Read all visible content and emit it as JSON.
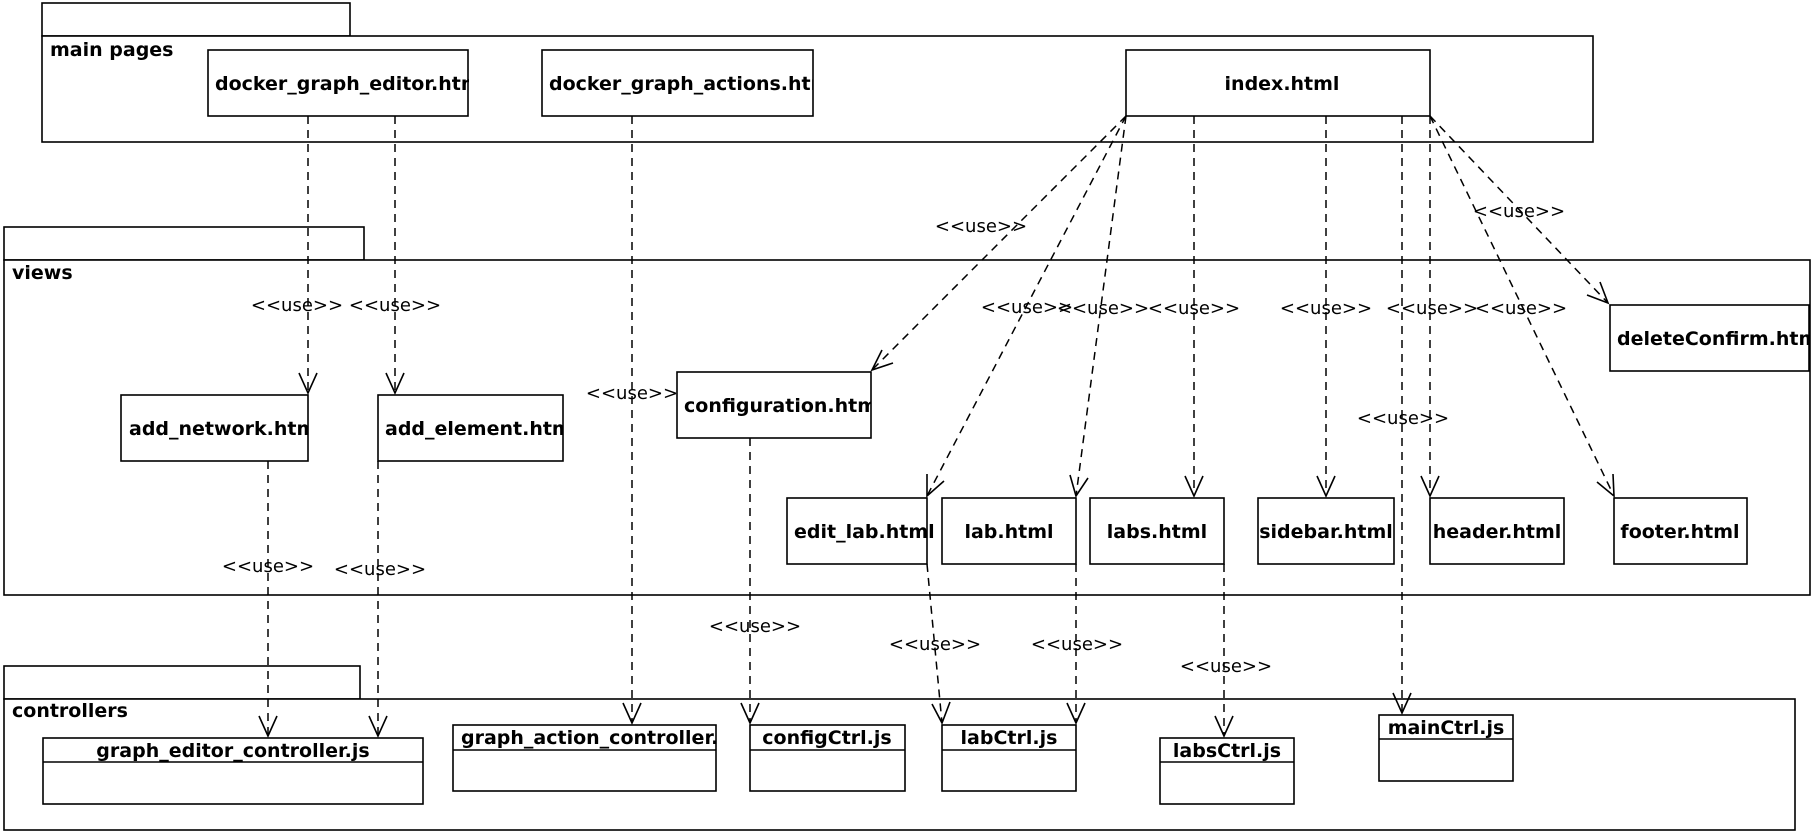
{
  "packages": {
    "main_pages": "main pages",
    "views": "views",
    "controllers": "controllers"
  },
  "main_pages": {
    "docker_graph_editor": "docker_graph_editor.htm",
    "docker_graph_actions": "docker_graph_actions.htm",
    "index": "index.html"
  },
  "views": {
    "add_network": "add_network.htm",
    "add_element": "add_element.htm",
    "configuration": "configuration.htm",
    "delete_confirm": "deleteConfirm.htm",
    "edit_lab": "edit_lab.html",
    "lab": "lab.html",
    "labs": "labs.html",
    "sidebar": "sidebar.html",
    "header": "header.html",
    "footer": "footer.html"
  },
  "controllers": {
    "graph_editor_controller": "graph_editor_controller.js",
    "graph_action_controller": "graph_action_controller.j",
    "config_ctrl": "configCtrl.js",
    "lab_ctrl": "labCtrl.js",
    "labs_ctrl": "labsCtrl.js",
    "main_ctrl": "mainCtrl.js"
  },
  "dependency_label": "<<use>>"
}
